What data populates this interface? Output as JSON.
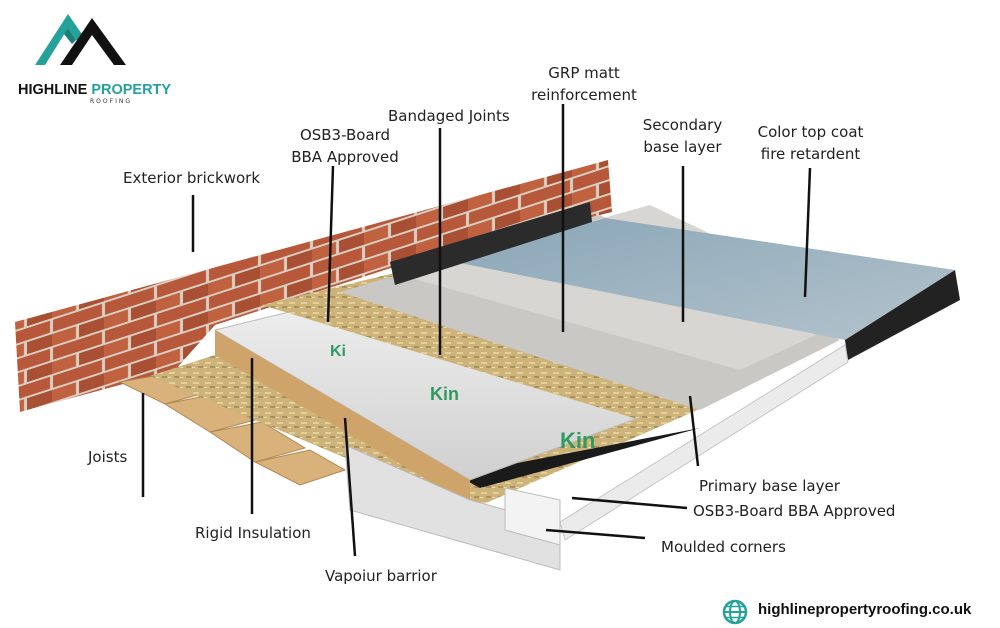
{
  "brand": {
    "name_part1": "HIGHLINE ",
    "name_part2": "PROPERTY",
    "subtitle": "ROOFING",
    "accent_color": "#23a19a"
  },
  "labels": {
    "exterior_brickwork": "Exterior brickwork",
    "osb3_board_line1": "OSB3-Board",
    "osb3_board_line2": "BBA Approved",
    "bandaged_joints": "Bandaged Joints",
    "grp_matt_line1": "GRP matt",
    "grp_matt_line2": "reinforcement",
    "secondary_base_line1": "Secondary",
    "secondary_base_line2": "base layer",
    "color_top_coat_line1": "Color top coat",
    "color_top_coat_line2": "fire retardent",
    "joists": "Joists",
    "rigid_insulation": "Rigid Insulation",
    "vapour_barrier": "Vapoiur barrior",
    "primary_base_layer": "Primary base layer",
    "osb3_board_bba": "OSB3-Board BBA Approved",
    "moulded_corners": "Moulded corners"
  },
  "insulation_brand_text": "Kin",
  "website": {
    "icon": "globe-icon",
    "url": "highlinepropertyroofing.co.uk"
  }
}
